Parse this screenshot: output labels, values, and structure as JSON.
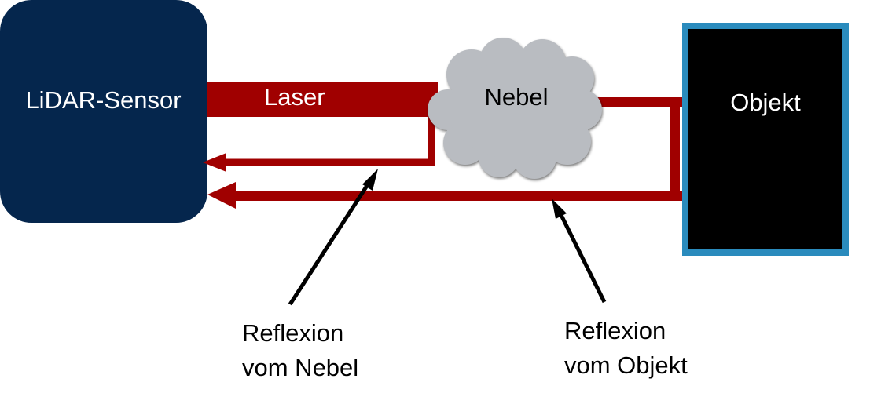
{
  "nodes": {
    "sensor": "LiDAR-Sensor",
    "fog": "Nebel",
    "object": "Objekt"
  },
  "beam": {
    "laser": "Laser"
  },
  "captions": {
    "fog_reflection": {
      "line1": "Reflexion",
      "line2": "vom Nebel"
    },
    "object_reflection": {
      "line1": "Reflexion",
      "line2": "vom Objekt"
    }
  },
  "colors": {
    "sensor_fill": "#05264d",
    "laser": "#a00000",
    "fog": "#b9bcc1",
    "object_fill": "#000000",
    "object_border": "#2a8bbd"
  }
}
